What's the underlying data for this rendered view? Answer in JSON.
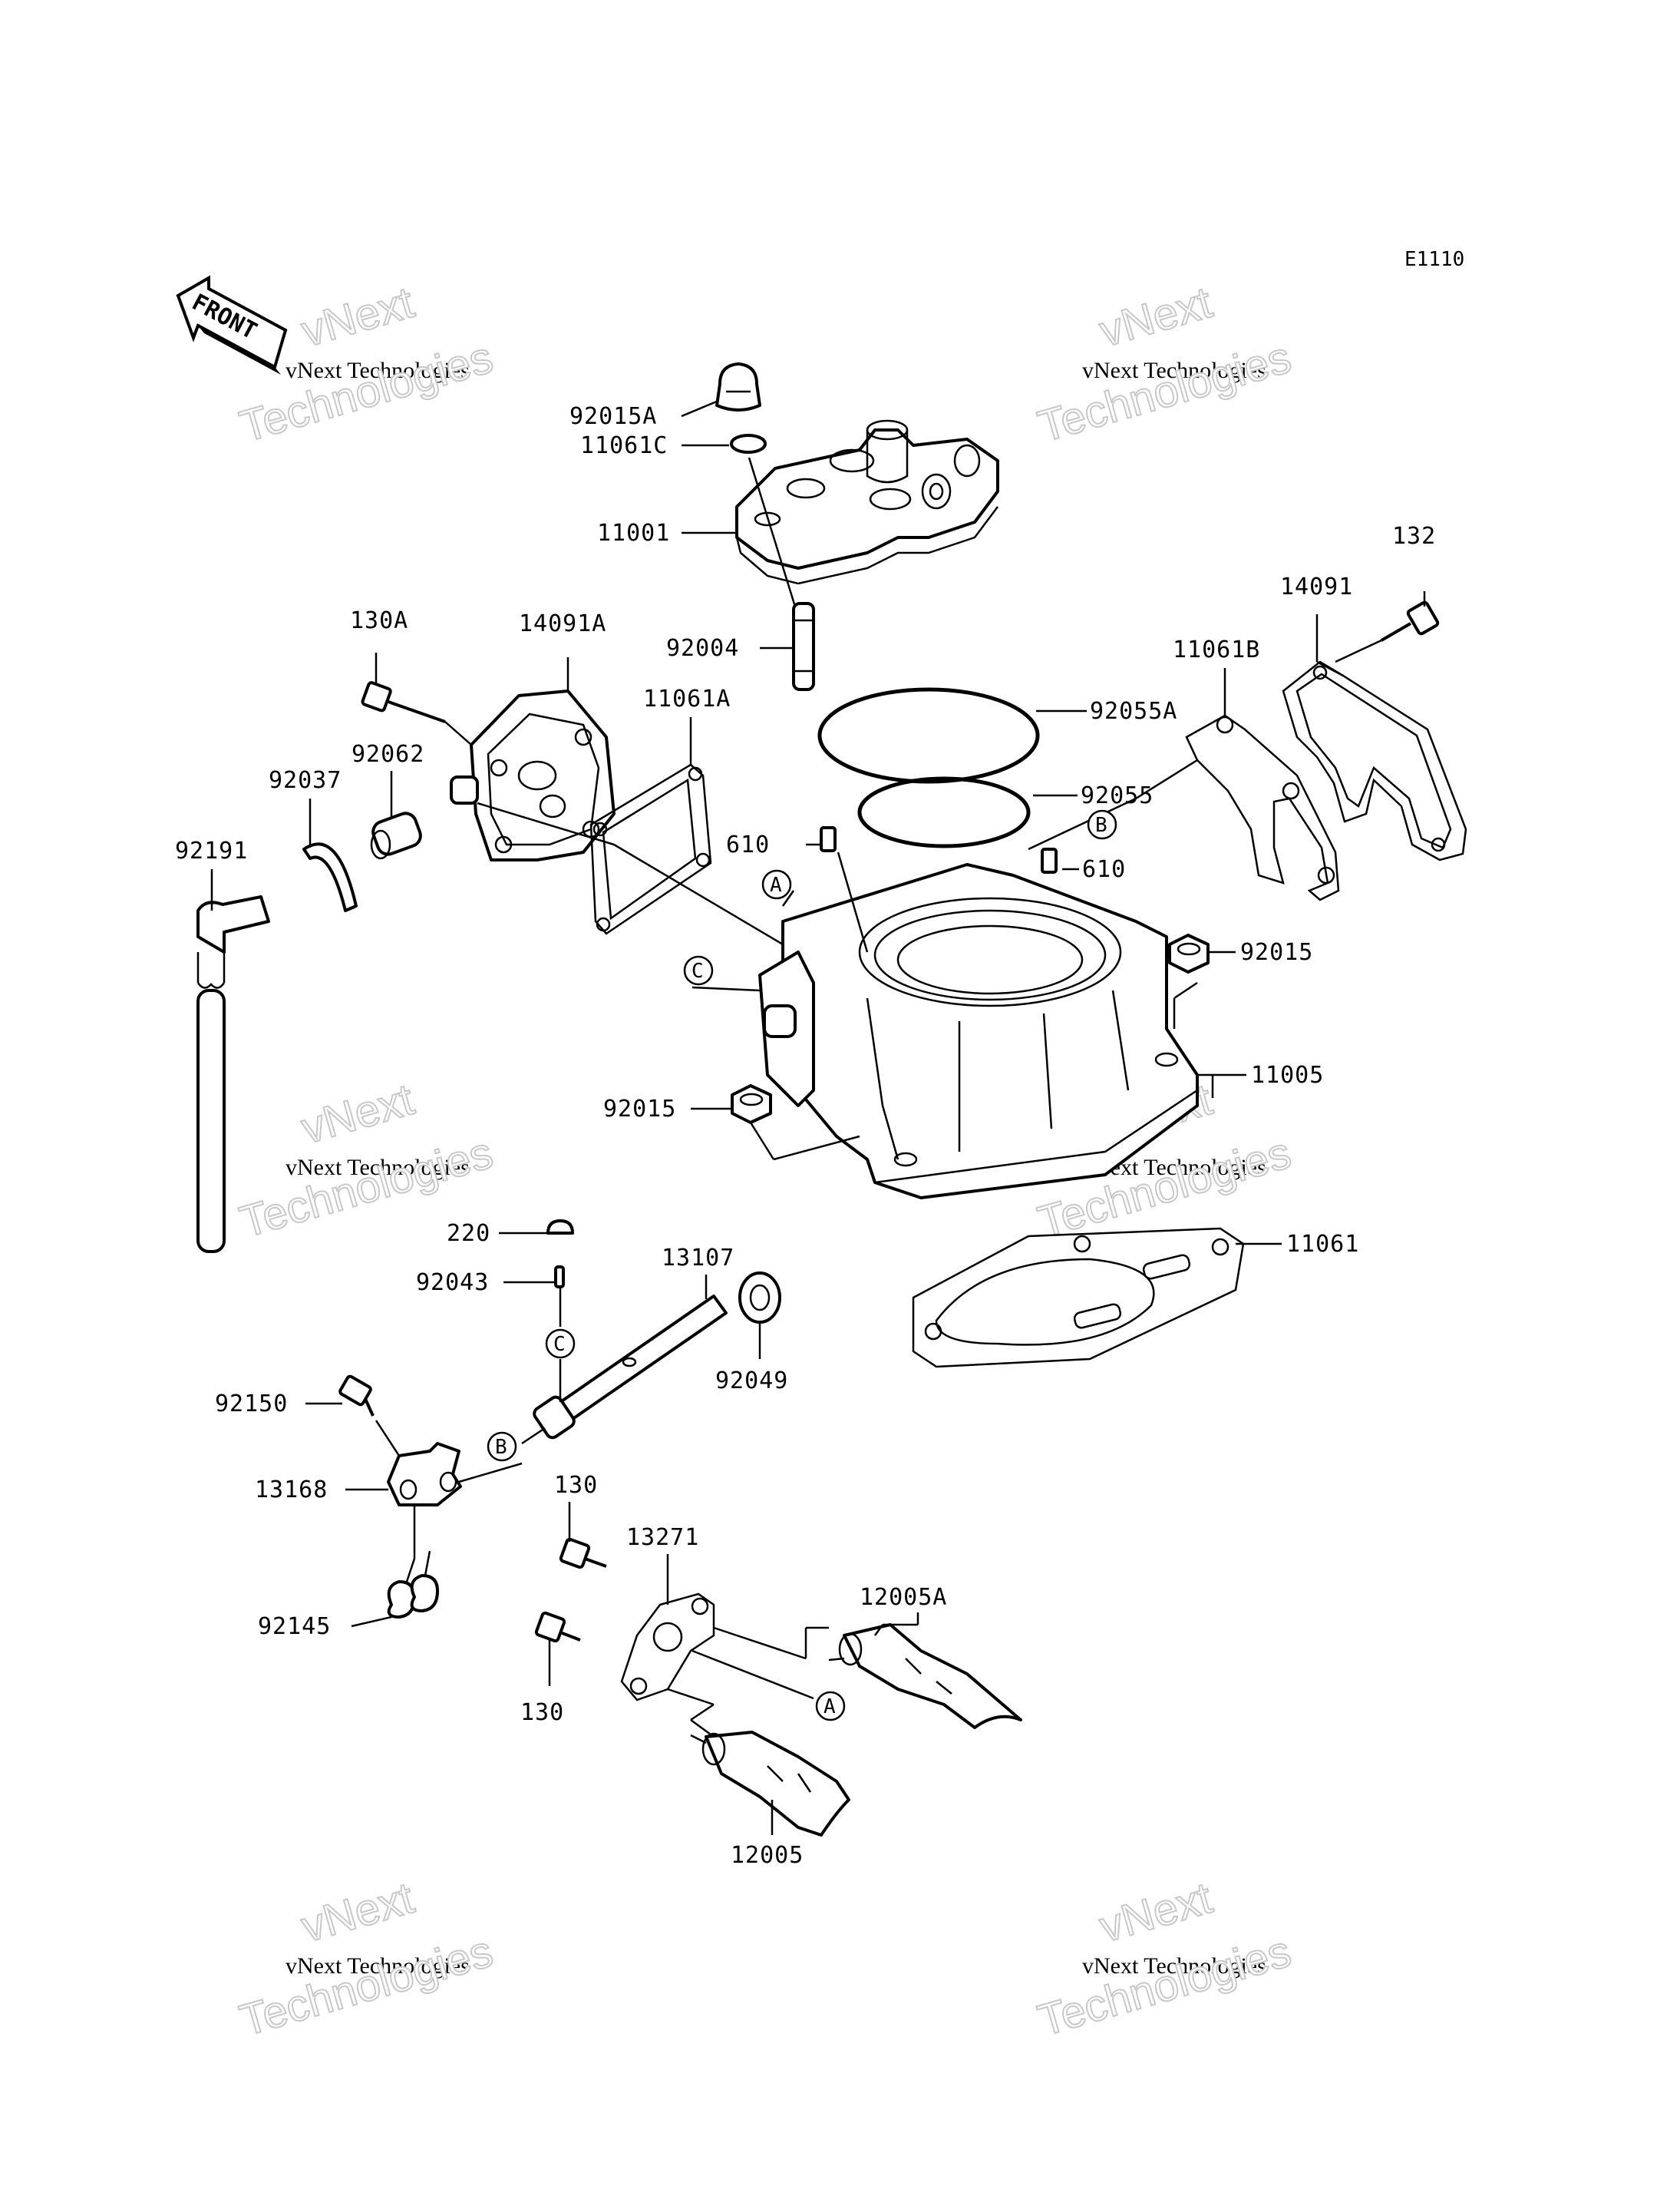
{
  "diagram_code": "E1110",
  "front_label": "FRONT",
  "watermark": {
    "line1": "vNext",
    "line2": "vNext Technologies",
    "line3": "Technologies"
  },
  "parts": {
    "p92015A": "92015A",
    "p11061C": "11061C",
    "p11001": "11001",
    "p92004": "92004",
    "p92055A": "92055A",
    "p92055": "92055",
    "p610a": "610",
    "p610b": "610",
    "p132": "132",
    "p14091": "14091",
    "p11061B": "11061B",
    "p130A": "130A",
    "p14091A": "14091A",
    "p11061A": "11061A",
    "p92062": "92062",
    "p92037": "92037",
    "p92191": "92191",
    "p92015a": "92015",
    "p92015b": "92015",
    "p11005": "11005",
    "p11061": "11061",
    "p220": "220",
    "p92043": "92043",
    "p13107": "13107",
    "p92049": "92049",
    "p92150": "92150",
    "p13168": "13168",
    "p92145": "92145",
    "p130a": "130",
    "p130b": "130",
    "p13271": "13271",
    "p12005A": "12005A",
    "p12005": "12005"
  },
  "refs": {
    "A1": "A",
    "A2": "A",
    "B1": "B",
    "B2": "B",
    "C1": "C",
    "C2": "C"
  }
}
